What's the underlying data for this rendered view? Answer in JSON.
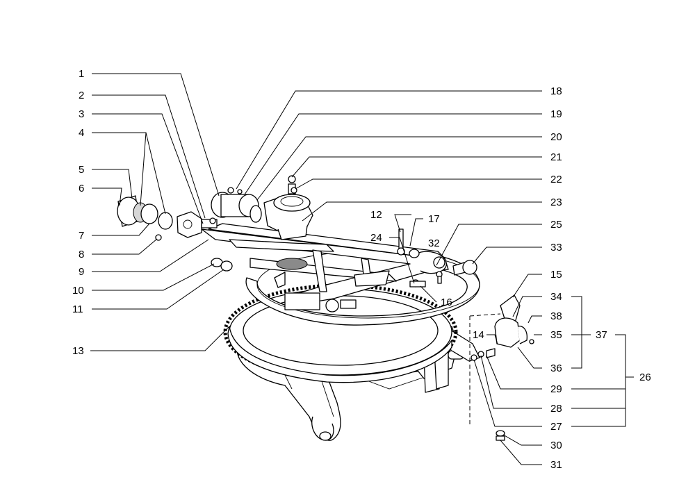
{
  "diagram": {
    "callouts": {
      "c1": "1",
      "c2": "2",
      "c3": "3",
      "c4": "4",
      "c5": "5",
      "c6": "6",
      "c7": "7",
      "c8": "8",
      "c9": "9",
      "c10": "10",
      "c11": "11",
      "c12": "12",
      "c13": "13",
      "c14": "14",
      "c15": "15",
      "c16": "16",
      "c17": "17",
      "c18": "18",
      "c19": "19",
      "c20": "20",
      "c21": "21",
      "c22": "22",
      "c23": "23",
      "c24": "24",
      "c25": "25",
      "c26": "26",
      "c27": "27",
      "c28": "28",
      "c29": "29",
      "c30": "30",
      "c31": "31",
      "c32": "32",
      "c33": "33",
      "c34": "34",
      "c35": "35",
      "c36": "36",
      "c37": "37",
      "c38": "38"
    }
  }
}
